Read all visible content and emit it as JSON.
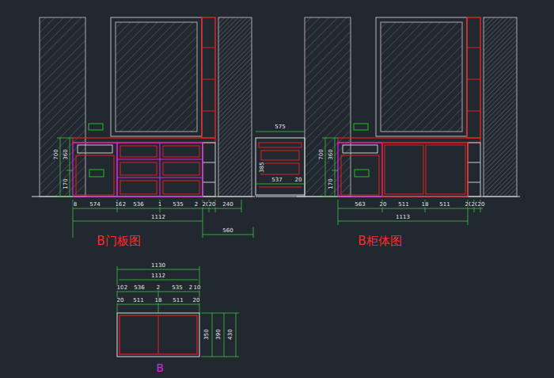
{
  "diagram": {
    "labels": [
      "8",
      "574",
      "16",
      "2",
      "536",
      "1",
      "535",
      "2",
      "20",
      "20",
      "240",
      "1112",
      "560",
      "700",
      "360",
      "170",
      "B门板图",
      "575",
      "385",
      "537",
      "20",
      "563",
      "20",
      "511",
      "18",
      "511",
      "20",
      "20",
      "20",
      "1113",
      "700",
      "360",
      "170",
      "B柜体图",
      "1130",
      "1112",
      "10",
      "2",
      "536",
      "2",
      "535",
      "2",
      "10",
      "20",
      "511",
      "18",
      "511",
      "20",
      "350",
      "390",
      "430",
      "B"
    ]
  }
}
